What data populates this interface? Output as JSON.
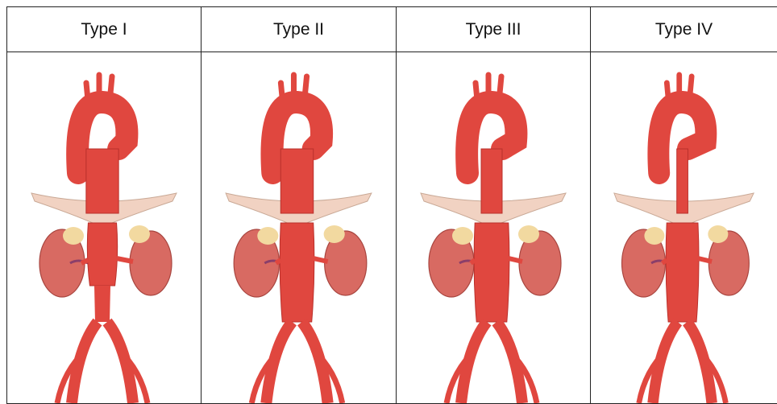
{
  "headers": [
    "Type I",
    "Type II",
    "Type III",
    "Type IV"
  ],
  "panels": [
    {
      "icon": "aorta-illustration-icon",
      "aneurysm_extent": "thoracic to suprarenal"
    },
    {
      "icon": "aorta-illustration-icon",
      "aneurysm_extent": "thoracic to aortic bifurcation"
    },
    {
      "icon": "aorta-illustration-icon",
      "aneurysm_extent": "distal thoracic to aortic bifurcation"
    },
    {
      "icon": "aorta-illustration-icon",
      "aneurysm_extent": "abdominal to aortic bifurcation"
    }
  ],
  "colors": {
    "aorta": "#e0473f",
    "aorta_dark": "#b9302b",
    "kidney": "#d86a62",
    "adrenal": "#f2d9a0",
    "diaphragm": "#f1d2c2",
    "border": "#222222"
  }
}
